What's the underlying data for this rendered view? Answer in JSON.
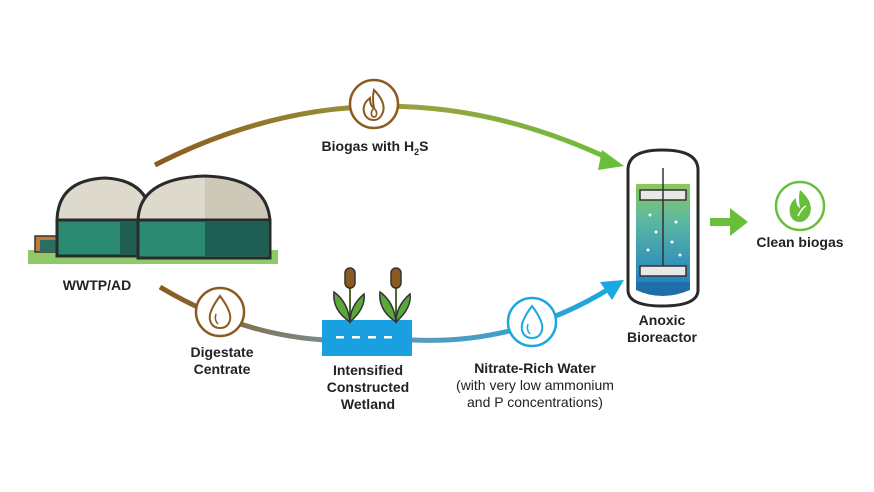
{
  "labels": {
    "wwtp": "WWTP/AD",
    "biogas_main": "Biogas with H",
    "biogas_sub": "2",
    "biogas_tail": "S",
    "digestate_line1": "Digestate",
    "digestate_line2": "Centrate",
    "wetland_line1": "Intensified",
    "wetland_line2": "Constructed",
    "wetland_line3": "Wetland",
    "nitrate_title": "Nitrate-Rich Water",
    "nitrate_note1": "(with very low ammonium",
    "nitrate_note2": "and P concentrations)",
    "reactor_line1": "Anoxic",
    "reactor_line2": "Bioreactor",
    "clean": "Clean biogas"
  },
  "icons": {
    "biogas": "flame-icon",
    "digestate": "water-drop-icon",
    "nitrate": "water-drop-icon",
    "clean": "leaf-flame-icon"
  },
  "colors": {
    "brown": "#8a5a1e",
    "olive": "#8aa83a",
    "green_arrow": "#6abf3a",
    "blue": "#1aa8e0",
    "gray_flow": "#8a8a7a",
    "dome_cream": "#ddd9cc",
    "dome_teal": "#2a8a72",
    "dome_dark": "#1f5e52",
    "ground": "#8fc96a",
    "wetland_blue": "#1aa0e0",
    "reactor_green": "#8cc85a",
    "reactor_blue": "#1e88c8"
  }
}
